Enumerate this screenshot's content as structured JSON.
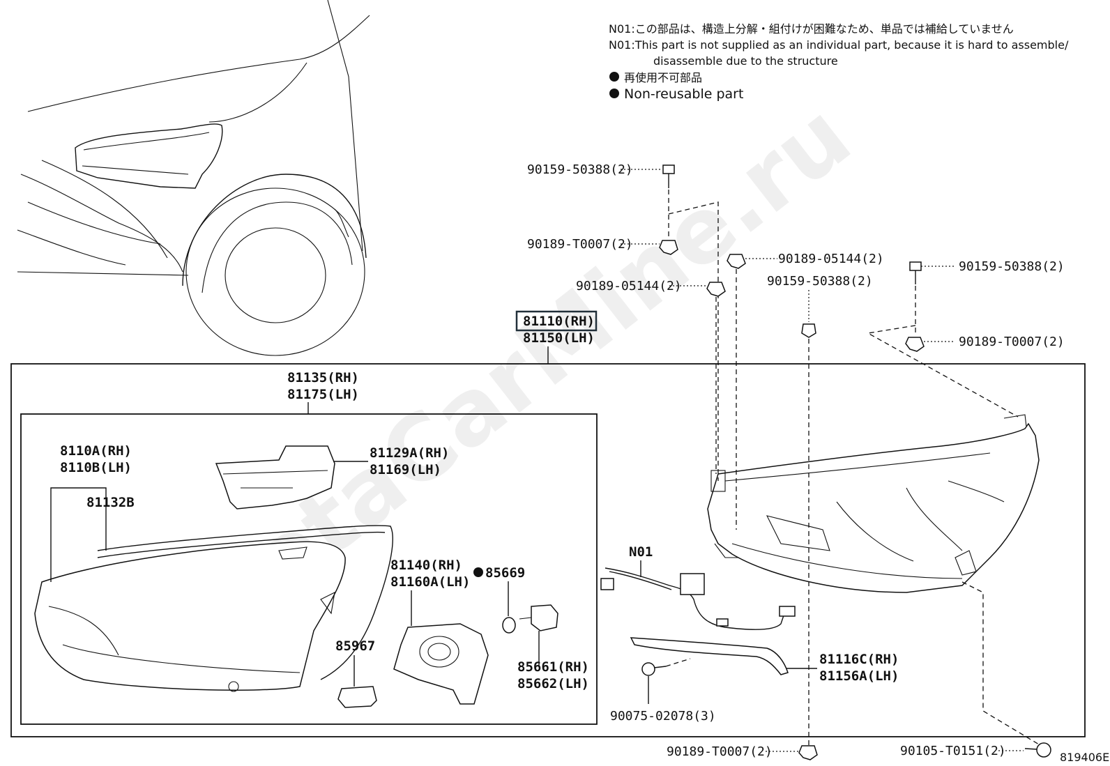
{
  "notes": {
    "n01_jp": "N01:この部品は、構造上分解・組付けが困難なため、単品では補給していません",
    "n01_en_1": "N01:This part is not supplied as an individual part, because it is hard to assemble/",
    "n01_en_2": "disassemble due to the structure",
    "nonreuse_jp": "再使用不可部品",
    "nonreuse_en": "Non-reusable part"
  },
  "watermark": "ToyotaCarMine.ru",
  "diagram_id": "819406E",
  "assembly": {
    "rh": "81110(RH)",
    "lh": "81150(LH)"
  },
  "parts": {
    "p81135": {
      "rh": "81135(RH)",
      "lh": "81175(LH)"
    },
    "p8110a": {
      "rh": "8110A(RH)",
      "lh": "8110B(LH)"
    },
    "p81132b": "81132B",
    "p81129a": {
      "rh": "81129A(RH)",
      "lh": "81169(LH)"
    },
    "p81140": {
      "rh": "81140(RH)",
      "lh": "81160A(LH)"
    },
    "p85669": "85669",
    "p85967": "85967",
    "p85661": {
      "rh": "85661(RH)",
      "lh": "85662(LH)"
    },
    "pN01": "N01",
    "p81116c": {
      "rh": "81116C(RH)",
      "lh": "81156A(LH)"
    },
    "p90075": "90075-02078(3)",
    "bolt_top_left": "90159-50388(2)",
    "nut_top_left": "90189-T0007(2)",
    "nut_mid_left": "90189-05144(2)",
    "nut_mid_right": "90189-05144(2)",
    "bolt_center": "90159-50388(2)",
    "bolt_right": "90159-50388(2)",
    "nut_right": "90189-T0007(2)",
    "nut_bottom": "90189-T0007(2)",
    "screw_bottom_right": "90105-T0151(2)"
  }
}
